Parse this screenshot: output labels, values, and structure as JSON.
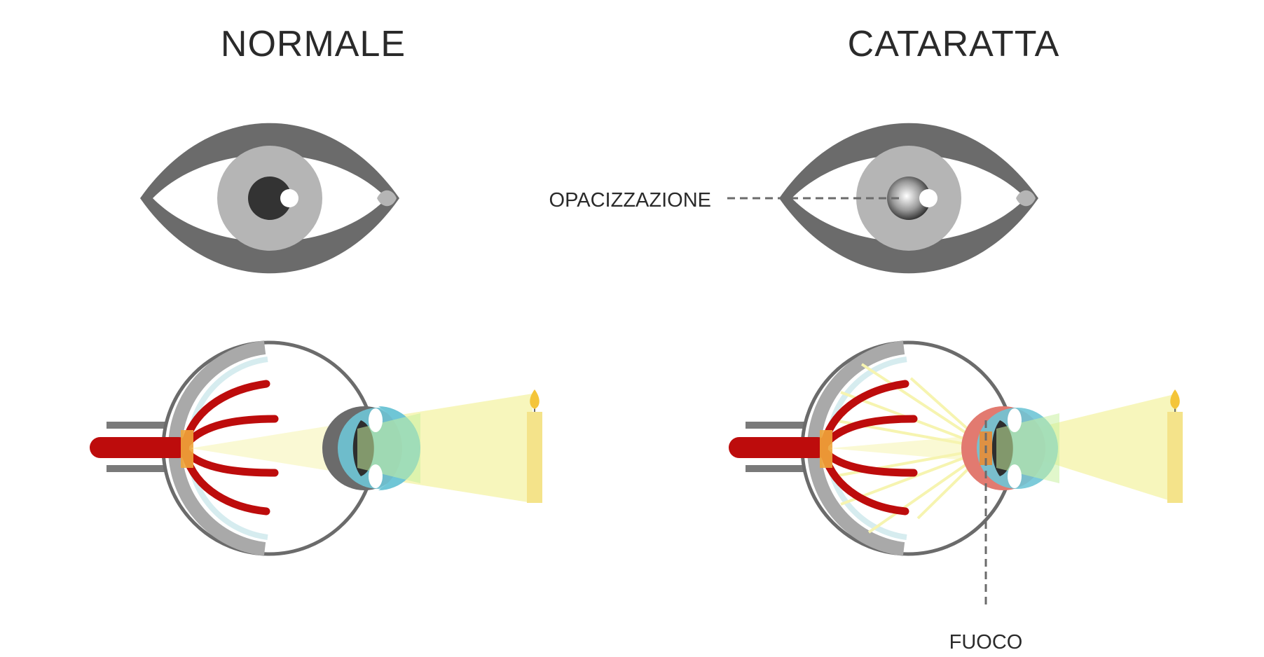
{
  "titles": {
    "normal": "NORMALE",
    "cataract": "CATARATTA"
  },
  "labels": {
    "opacity": "OPACIZZAZIONE",
    "focus": "FUOCO"
  },
  "colors": {
    "eye_outline": "#6b6b6b",
    "iris": "#b5b5b5",
    "pupil": "#333333",
    "sclera": "#ffffff",
    "blood_vessel": "#bd0c0c",
    "light_beam": "#f6f4b0",
    "candle": "#f4e38a",
    "flame": "#f4c53a",
    "cornea": "#6fc5d6",
    "lens_overlap": "#97d89a",
    "cataract_lens": "#e27a70",
    "retina_band": "#d6ecef",
    "focus_spot": "#f08a2a"
  },
  "icons": {
    "normal_front_eye": "eye-front-icon",
    "cataract_front_eye": "eye-front-cataract-icon",
    "normal_cross_section": "eye-cross-section-icon",
    "cataract_cross_section": "eye-cross-section-cataract-icon",
    "candle": "candle-icon"
  }
}
